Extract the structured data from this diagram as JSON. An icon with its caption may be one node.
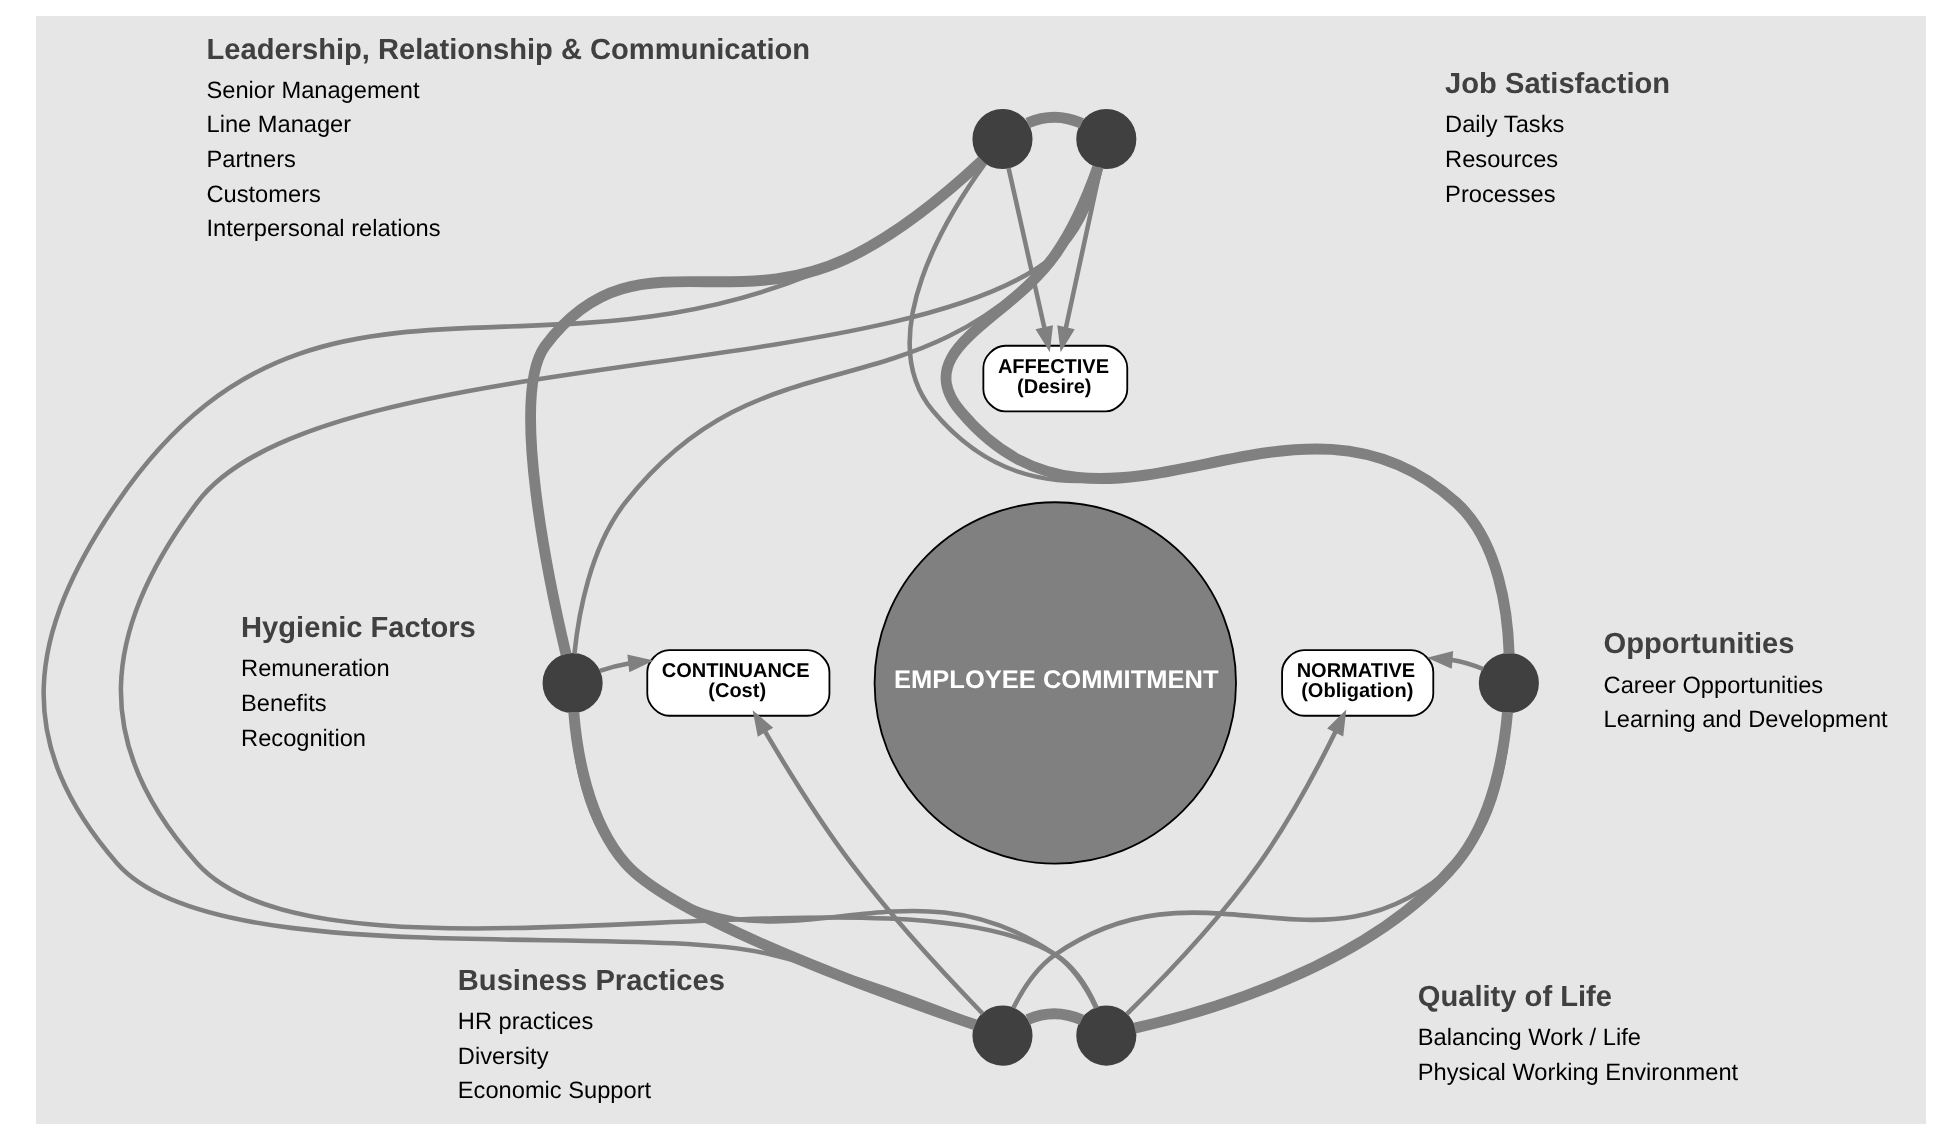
{
  "diagram": {
    "nodes": [
      {
        "text": [],
        "shape": "circle",
        "beside": [
          "Leadership, Relationship & Communication",
          "Senior Management",
          "Line Manager",
          "Partners",
          "Customers",
          "Interpersonal relations"
        ]
      },
      {
        "text": [],
        "shape": "circle",
        "beside": [
          "Job Satisfaction",
          "Daily Tasks",
          "Resources",
          "Processes"
        ]
      },
      {
        "text": [],
        "shape": "circle",
        "beside": [
          "Hygienic Factors",
          "Remuneration",
          "Benefits",
          "Recognition"
        ]
      },
      {
        "text": [],
        "shape": "circle",
        "beside": [
          "Opportunities",
          "Career Opportunities",
          "Learning and Development"
        ]
      },
      {
        "text": [],
        "shape": "circle",
        "beside": [
          "Business Practices",
          "HR practices",
          "Diversity",
          "Economic Support"
        ]
      },
      {
        "text": [],
        "shape": "circle",
        "beside": [
          "Quality of Life",
          "Balancing Work / Life",
          "Physical Working Environment"
        ]
      },
      {
        "text": [
          "EMPLOYEE COMMITMENT"
        ]
      },
      {
        "text": [
          "AFFECTIVE",
          "(Desire)"
        ]
      },
      {
        "text": [
          "NORMATIVE",
          "(Obligation)"
        ]
      },
      {
        "text": [
          "CONTINUANCE",
          "(Cost)"
        ]
      }
    ],
    "edges": [
      {
        "from": 0,
        "to": 1,
        "arrow": "none",
        "style": "thick"
      },
      {
        "from": 1,
        "to": 3,
        "arrow": "none",
        "style": "thick"
      },
      {
        "from": 3,
        "to": 5,
        "arrow": "none",
        "style": "thick"
      },
      {
        "from": 5,
        "to": 4,
        "arrow": "none",
        "style": "thick"
      },
      {
        "from": 4,
        "to": 2,
        "arrow": "none",
        "style": "thick"
      },
      {
        "from": 2,
        "to": 0,
        "arrow": "none",
        "style": "thick"
      },
      {
        "from": 0,
        "to": 4,
        "arrow": "none"
      },
      {
        "from": 1,
        "to": 5,
        "arrow": "none"
      },
      {
        "from": 0,
        "to": 3,
        "arrow": "none"
      },
      {
        "from": 1,
        "to": 2,
        "arrow": "none"
      },
      {
        "from": 2,
        "to": 5,
        "arrow": "none"
      },
      {
        "from": 3,
        "to": 4,
        "arrow": "none"
      },
      {
        "from": 0,
        "to": 7,
        "arrow": "to"
      },
      {
        "from": 1,
        "to": 7,
        "arrow": "to"
      },
      {
        "from": 3,
        "to": 8,
        "arrow": "to"
      },
      {
        "from": 5,
        "to": 8,
        "arrow": "to"
      },
      {
        "from": 2,
        "to": 9,
        "arrow": "to"
      },
      {
        "from": 4,
        "to": 9,
        "arrow": "to"
      }
    ]
  }
}
